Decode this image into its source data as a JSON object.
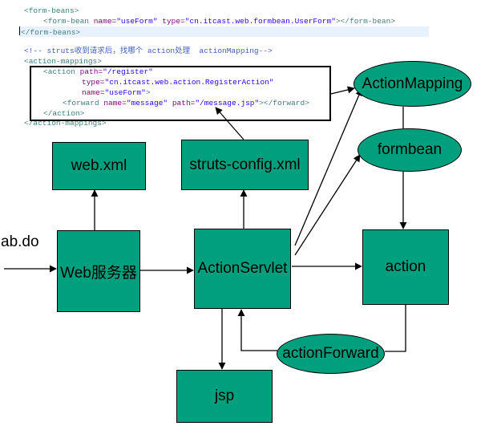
{
  "code": {
    "line1_tag_open": "<form-beans>",
    "line2_tag": "<form-bean",
    "line2_attr1": "name=",
    "line2_val1": "\"useForm\"",
    "line2_attr2": "type=",
    "line2_val2": "\"cn.itcast.web.formbean.UserForm\"",
    "line2_close": "></form-bean>",
    "line3": "</form-beans>",
    "line4_comment": "<!-- struts收到请求后，找哪个 action处理  actionMapping-->",
    "line5": "<action-mappings>",
    "line6_tag": "<action",
    "line6_attr": "path=",
    "line6_val": "\"/register\"",
    "line7_attr": "type=",
    "line7_val": "\"cn.itcast.web.action.RegisterAction\"",
    "line8_attr": "name=",
    "line8_val": "\"useForm\"",
    "line8_close": ">",
    "line9_tag": "<forward",
    "line9_attr1": "name=",
    "line9_val1": "\"message\"",
    "line9_attr2": "path=",
    "line9_val2": "\"/message.jsp\"",
    "line9_close": "></forward>",
    "line10": "</action>",
    "line11": "</action-mappings>"
  },
  "diagram": {
    "input_label": "ab.do",
    "web_server": "Web服务器",
    "web_xml": "web.xml",
    "struts_config": "struts-config.xml",
    "action_servlet": "ActionServlet",
    "action": "action",
    "jsp": "jsp",
    "action_mapping": "ActionMapping",
    "formbean": "formbean",
    "action_forward": "actionForward"
  },
  "colors": {
    "box_fill": "#00a07e",
    "code_highlight": "#e8f2fe"
  }
}
